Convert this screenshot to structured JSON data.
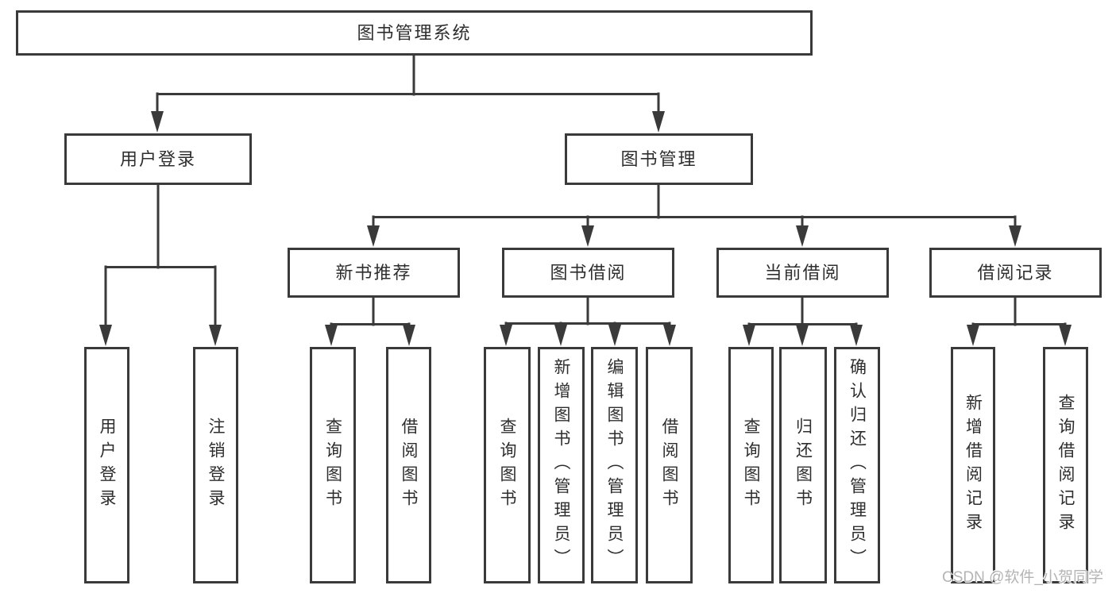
{
  "tree": {
    "root": {
      "label": "图书管理系统",
      "children": [
        {
          "label": "用户登录",
          "children": [
            {
              "label": "用户登录"
            },
            {
              "label": "注销登录"
            }
          ]
        },
        {
          "label": "图书管理",
          "children": [
            {
              "label": "新书推荐",
              "children": [
                {
                  "label": "查询图书"
                },
                {
                  "label": "借阅图书"
                }
              ]
            },
            {
              "label": "图书借阅",
              "children": [
                {
                  "label": "查询图书"
                },
                {
                  "label": "新增图书（管理员）"
                },
                {
                  "label": "编辑图书（管理员）"
                },
                {
                  "label": "借阅图书"
                }
              ]
            },
            {
              "label": "当前借阅",
              "children": [
                {
                  "label": "查询图书"
                },
                {
                  "label": "归还图书"
                },
                {
                  "label": "确认归还（管理员）"
                }
              ]
            },
            {
              "label": "借阅记录",
              "children": [
                {
                  "label": "新增借阅记录"
                },
                {
                  "label": "查询借阅记录"
                }
              ]
            }
          ]
        }
      ]
    }
  },
  "watermark": {
    "text": "CSDN @软件_小贺同学"
  },
  "colors": {
    "line": "#3a3a3a",
    "box_border": "#3a3a3a",
    "text": "#2e2e2e",
    "watermark": "#b4b4b4",
    "background": "#ffffff"
  }
}
